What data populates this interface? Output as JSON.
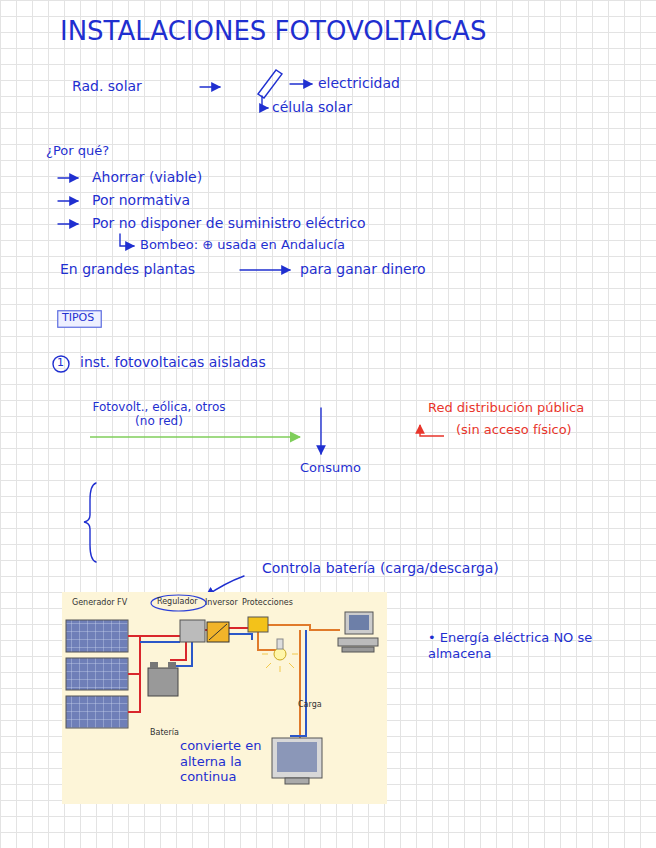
{
  "diagram": {
    "title": "INSTALACIONES FOTOVOLTAICAS",
    "nodes": [
      {
        "text": [
          "TIPOS"
        ]
      },
      {
        "text": [
          "Regulador"
        ]
      }
    ],
    "labels": [
      "Rad. solar",
      "electricidad",
      "célula solar",
      "¿Por qué?",
      "Ahorrar (viable)",
      "Por normativa",
      "Por no disponer de suministro eléctrico",
      "Bombeo: ⊕ usada en Andalucía",
      "En grandes plantas",
      "para ganar dinero",
      "1",
      "inst. fotovoltaicas aisladas",
      "Fotovolt., eólica, otros (no red)",
      "Consumo",
      "Red distribución pública",
      "(sin acceso físico)",
      "Controla batería (carga/descarga)",
      "Generador FV",
      "Inversor",
      "Protecciones",
      "Batería",
      "Carga",
      "convierte en alterna la continua",
      "• Energía eléctrica NO se almacena"
    ]
  }
}
